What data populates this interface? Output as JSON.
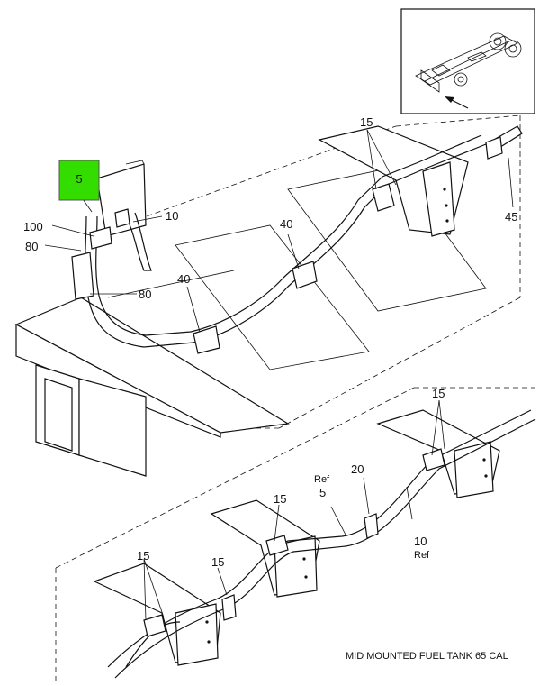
{
  "highlight_color": "#33dd00",
  "callout": "5",
  "labels": {
    "l15_top": "15",
    "l45": "45",
    "l10_top": "10",
    "l100": "100",
    "l80_a": "80",
    "l80_b": "80",
    "l40_a": "40",
    "l40_b": "40",
    "l15_r": "15",
    "l20": "20",
    "lref_a": "Ref",
    "l5": "5",
    "l10_b": "10",
    "lref_b": "Ref",
    "l15_mid": "15",
    "l15_left": "15",
    "l15_clip": "15"
  },
  "caption": "MID MOUNTED FUEL TANK 65 CAL",
  "icons": [
    "truck-chassis-locator-icon",
    "arrow-icon"
  ]
}
